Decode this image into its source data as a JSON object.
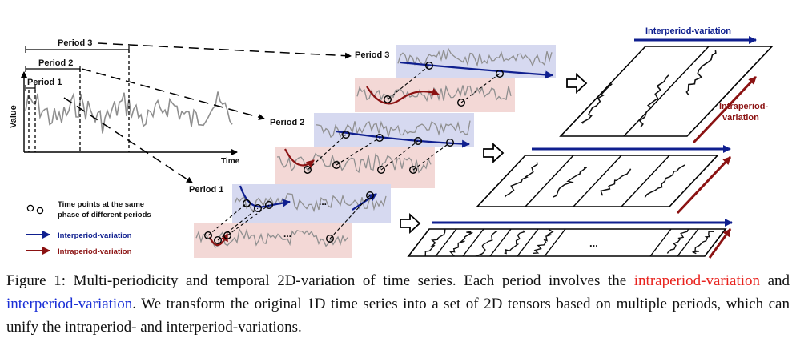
{
  "figure": {
    "period_labels": [
      "Period 1",
      "Period 2",
      "Period 3"
    ],
    "axis": {
      "y": "Value",
      "x": "Time"
    },
    "legend": {
      "points": "Time points at the same phase of different periods",
      "points_line1": "Time points at the same",
      "points_line2": "phase of different periods",
      "inter": "Interperiod-variation",
      "intra": "Intraperiod-variation"
    },
    "right_labels": {
      "inter": "Interperiod-variation",
      "intra_line1": "Intraperiod-",
      "intra_line2": "variation"
    },
    "ellipsis": "...",
    "colors": {
      "inter": "#0f1f8f",
      "intra": "#8b1212",
      "blue_band": "#d6d9f0",
      "red_band": "#f3d8d6",
      "series": "#8f8f8f"
    }
  },
  "caption": {
    "label": "Figure 1:",
    "part1": "Multi-periodicity and temporal 2D-variation of time series. Each period involves the",
    "intra": "intraperiod-variation",
    "and": "and",
    "inter": "interperiod-variation",
    "part2": ". We transform the original 1D time series into a set of 2D tensors based on multiple periods, which can unify the intraperiod- and interperiod-variations."
  }
}
